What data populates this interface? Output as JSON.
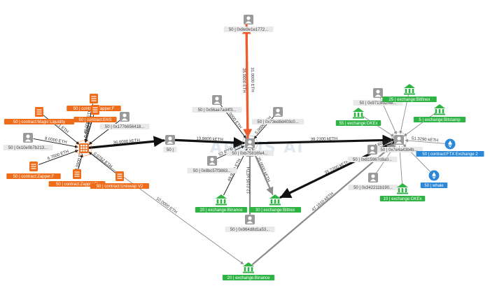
{
  "watermark": "ARGUS AI",
  "colors": {
    "address": "#9a9a9a",
    "contract": "#ef6c1a",
    "exchange": "#2fb344",
    "whale": "#2b88d8",
    "edge_dark": "#111111",
    "edge_gray": "#8c8c8c",
    "edge_orange": "#ef5b2a"
  },
  "nodes": [
    {
      "id": "left_hub",
      "label": "",
      "kind": "hub-contract",
      "icon": "grid-hub-icon"
    },
    {
      "id": "zapper_f_top",
      "label": "50 | contract:Zapper.F",
      "kind": "contract",
      "icon": "document-icon"
    },
    {
      "id": "ens",
      "label": "50 | contract:ENS",
      "kind": "contract",
      "icon": "document-icon"
    },
    {
      "id": "magic_liquidity",
      "label": "50 | contract:Magic Liquidity",
      "kind": "contract",
      "icon": "document-icon"
    },
    {
      "id": "addr_0x177",
      "label": "50 | 0x177b656418...",
      "kind": "address",
      "icon": "user-icon"
    },
    {
      "id": "addr_0x10",
      "label": "50 | 0x10e0b7b213...",
      "kind": "address",
      "icon": "user-icon"
    },
    {
      "id": "zapper_f_left",
      "label": "50 | contract:Zapper.F",
      "kind": "contract",
      "icon": "document-icon"
    },
    {
      "id": "zapper_fi",
      "label": "50 | contract:Zapper.Fi",
      "kind": "contract",
      "icon": "document-icon"
    },
    {
      "id": "uniswap_v2",
      "label": "50 | contract:Uniswap V2",
      "kind": "contract",
      "icon": "document-icon"
    },
    {
      "id": "addr_50",
      "label": "50 |",
      "kind": "address",
      "icon": "user-icon"
    },
    {
      "id": "top_addr",
      "label": "50 | 0x8e9e1e1772...",
      "kind": "address",
      "icon": "user-icon"
    },
    {
      "id": "center_hub",
      "label": "50 | 0xb75816fe4...",
      "kind": "hub-address",
      "icon": "user-icon"
    },
    {
      "id": "addr_0x56ae",
      "label": "50 | 0x56ae7ad4f3...",
      "kind": "address",
      "icon": "user-icon"
    },
    {
      "id": "addr_0x73",
      "label": "50 | 0x73ed8d403c0...",
      "kind": "address",
      "icon": "user-icon"
    },
    {
      "id": "addr_0x8bc",
      "label": "50 | 0x8bc57f3863...",
      "kind": "address",
      "icon": "user-icon"
    },
    {
      "id": "exch_binance_mid",
      "label": "20 | exchange:Binance",
      "kind": "exchange",
      "icon": "bank-icon"
    },
    {
      "id": "exch_bittrex",
      "label": "30 | exchange:Bittrex",
      "kind": "exchange",
      "icon": "bank-icon"
    },
    {
      "id": "addr_0x964",
      "label": "50 | 0x964d8d1a53...",
      "kind": "address",
      "icon": "user-icon"
    },
    {
      "id": "right_hub",
      "label": "50 | 0x7e4a43b4b...",
      "kind": "hub-address",
      "icon": "user-icon"
    },
    {
      "id": "addr_0x9713",
      "label": "50 | 0x9713fd2f4e...",
      "kind": "address",
      "icon": "user-icon"
    },
    {
      "id": "exch_bitfinex",
      "label": "25 | exchange:Bitfinex",
      "kind": "exchange",
      "icon": "bank-icon"
    },
    {
      "id": "exch_okex_top",
      "label": "55 | exchange:OKEx",
      "kind": "exchange",
      "icon": "bank-icon"
    },
    {
      "id": "exch_bitstamp",
      "label": "5 | exchange:Bitstamp",
      "kind": "exchange",
      "icon": "bank-icon"
    },
    {
      "id": "ftx",
      "label": "50 | contract:FTX Exchange 2",
      "kind": "whale",
      "icon": "ether-icon"
    },
    {
      "id": "addr_0x8159",
      "label": "50 | 0x815967c8a0...",
      "kind": "address",
      "icon": "user-icon"
    },
    {
      "id": "addr_0x342",
      "label": "50 | 0x342211b190...",
      "kind": "address",
      "icon": "user-icon"
    },
    {
      "id": "whale",
      "label": "50 | whale",
      "kind": "whale",
      "icon": "ether-icon"
    },
    {
      "id": "exch_okex_bottom",
      "label": "10 | exchange:OKEx",
      "kind": "exchange",
      "icon": "bank-icon"
    },
    {
      "id": "exch_binance_bottom",
      "label": "20 | exchange:Binance",
      "kind": "exchange",
      "icon": "bank-icon"
    }
  ],
  "edges": [
    {
      "from": "left_hub",
      "to": "addr_50",
      "label": "36.0000 kETH",
      "weight": "heavy",
      "color": "edge_dark"
    },
    {
      "from": "addr_50",
      "to": "center_hub",
      "label": "13.9900 kETH",
      "weight": "heavy",
      "color": "edge_dark"
    },
    {
      "from": "center_hub",
      "to": "right_hub",
      "label": "39.2300 kETH",
      "weight": "heavy",
      "color": "edge_dark"
    },
    {
      "from": "right_hub",
      "to": "exch_bittrex",
      "label": "35.7200 kETH",
      "weight": "heavy",
      "color": "edge_dark"
    },
    {
      "from": "center_hub",
      "to": "top_addr",
      "label": "35.0000 ETH",
      "weight": "heavy",
      "color": "edge_orange"
    },
    {
      "from": "top_addr",
      "to": "center_hub",
      "label": "31.0000 ETH",
      "weight": "heavy",
      "color": "edge_orange"
    },
    {
      "from": "left_hub",
      "to": "exch_binance_bottom",
      "label": "10.0000 ETH",
      "weight": "thin",
      "color": "edge_gray"
    },
    {
      "from": "exch_binance_bottom",
      "to": "right_hub",
      "label": "47.1610 kETH",
      "weight": "medium",
      "color": "edge_gray"
    },
    {
      "from": "addr_0x964",
      "to": "center_hub",
      "label": "12.0105 kETH",
      "weight": "medium",
      "color": "edge_gray"
    },
    {
      "from": "center_hub",
      "to": "exch_bittrex",
      "label": "25.0000 kETH",
      "weight": "medium",
      "color": "edge_gray"
    },
    {
      "from": "zapper_f_top",
      "to": "left_hub",
      "label": "49.0000 ETH",
      "weight": "thin",
      "color": "edge_dark"
    },
    {
      "from": "ens",
      "to": "left_hub",
      "label": "0.0127 ETH",
      "weight": "thin",
      "color": "edge_dark"
    },
    {
      "from": "ens",
      "to": "left_hub",
      "label": "0.0135 ETH",
      "weight": "thin",
      "color": "edge_dark"
    },
    {
      "from": "magic_liquidity",
      "to": "left_hub",
      "label": "1.1 ETH",
      "weight": "thin",
      "color": "edge_dark"
    },
    {
      "from": "addr_0x10",
      "to": "left_hub",
      "label": "8.0000 ETH",
      "weight": "thin",
      "color": "edge_dark"
    },
    {
      "from": "zapper_f_left",
      "to": "left_hub",
      "label": "6.7500 ETH",
      "weight": "thin",
      "color": "edge_dark"
    },
    {
      "from": "zapper_fi",
      "to": "left_hub",
      "label": "3.0900 ETH",
      "weight": "thin",
      "color": "edge_dark"
    },
    {
      "from": "uniswap_v2",
      "to": "left_hub",
      "label": "0.0762 ETH",
      "weight": "thin",
      "color": "edge_dark"
    },
    {
      "from": "addr_0x177",
      "to": "left_hub",
      "label": "",
      "weight": "thin",
      "color": "edge_dark"
    },
    {
      "from": "addr_0x56ae",
      "to": "center_hub",
      "label": "5.0000 ETH",
      "weight": "thin",
      "color": "edge_dark"
    },
    {
      "from": "addr_0x73",
      "to": "center_hub",
      "label": "5.0000 ETH",
      "weight": "thin",
      "color": "edge_dark"
    },
    {
      "from": "addr_0x8bc",
      "to": "center_hub",
      "label": "52.0000 ETH",
      "weight": "thin",
      "color": "edge_dark"
    },
    {
      "from": "exch_binance_mid",
      "to": "center_hub",
      "label": "49.9990 ETH",
      "weight": "thin",
      "color": "edge_dark"
    },
    {
      "from": "addr_0x9713",
      "to": "right_hub",
      "label": "",
      "weight": "thin",
      "color": "edge_gray"
    },
    {
      "from": "exch_bitfinex",
      "to": "right_hub",
      "label": "",
      "weight": "thin",
      "color": "edge_gray"
    },
    {
      "from": "exch_okex_top",
      "to": "right_hub",
      "label": "",
      "weight": "thin",
      "color": "edge_gray"
    },
    {
      "from": "exch_bitstamp",
      "to": "right_hub",
      "label": "",
      "weight": "thin",
      "color": "edge_gray"
    },
    {
      "from": "ftx",
      "to": "right_hub",
      "label": "51.3290 kETH",
      "weight": "thin",
      "color": "edge_gray"
    },
    {
      "from": "addr_0x8159",
      "to": "right_hub",
      "label": "54.8000 kETH",
      "weight": "thin",
      "color": "edge_gray"
    },
    {
      "from": "addr_0x342",
      "to": "right_hub",
      "label": "",
      "weight": "thin",
      "color": "edge_gray"
    },
    {
      "from": "whale",
      "to": "right_hub",
      "label": "",
      "weight": "thin",
      "color": "edge_gray"
    },
    {
      "from": "exch_okex_bottom",
      "to": "right_hub",
      "label": "",
      "weight": "thin",
      "color": "edge_gray"
    }
  ]
}
